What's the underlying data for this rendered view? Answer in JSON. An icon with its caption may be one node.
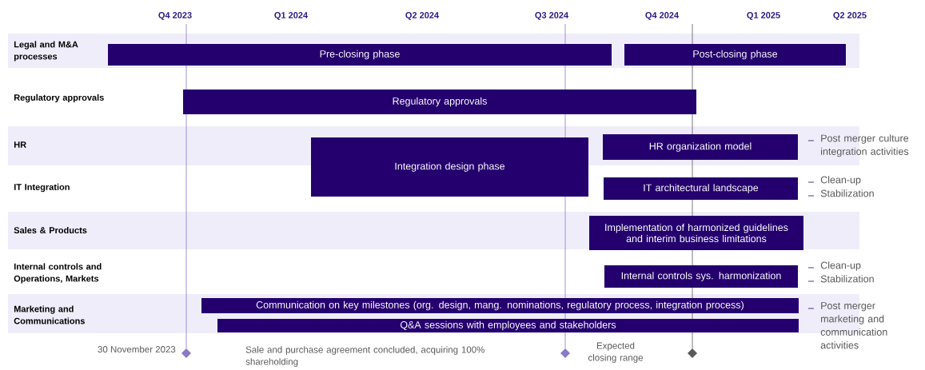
{
  "diagram": {
    "nodes": [
      {
        "text": [
          "Pre-closing phase"
        ]
      },
      {
        "text": [
          "Post-closing phase"
        ]
      },
      {
        "text": [
          "Regulatory approvals"
        ]
      },
      {
        "text": [
          "Integration design phase"
        ]
      },
      {
        "text": [
          "HR organization model"
        ]
      },
      {
        "text": [
          "IT architectural landscape"
        ],
        "beside": [
          "Clean-up",
          "Stabilization"
        ]
      },
      {
        "text": [
          "Implementation of harmonized guidelines and interim business limitations"
        ]
      },
      {
        "text": [
          "Internal controls sys. harmonization"
        ],
        "beside": [
          "Clean-up",
          "Stabilization"
        ]
      },
      {
        "text": [
          "Communication on key milestones (org. design, mang. nominations, regulatory process, integration process)"
        ]
      },
      {
        "text": [
          "Q&A sessions with employees and stakeholders"
        ]
      }
    ],
    "labels": [
      "Q4 2023",
      "Q1 2024",
      "Q2 2024",
      "Q3 2024",
      "Q4 2024",
      "Q1 2025",
      "Q2 2025",
      "Legal and M&A processes",
      "Regulatory approvals",
      "HR",
      "IT Integration",
      "Sales & Products",
      "Internal controls and Operations, Markets",
      "Marketing and Communications",
      "30 November 2023",
      "Sale and purchase agreement concluded, acquiring 100% shareholding",
      "Expected closing range",
      "Post merger culture integration activities",
      "Post merger marketing and communication activities"
    ]
  }
}
